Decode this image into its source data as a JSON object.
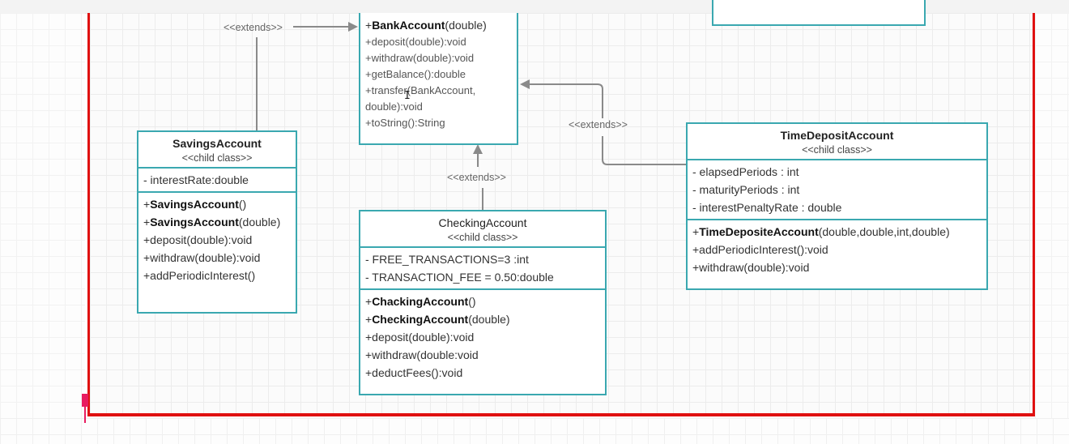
{
  "colors": {
    "class_border": "#3aa8b0",
    "frame_border": "#e01010",
    "connector": "#8a8a8a",
    "marker": "#e81c60"
  },
  "classes": {
    "bank_account": {
      "ops": [
        {
          "bold": "BankAccount",
          "rest": "(double)",
          "prefix": "+"
        },
        {
          "text": "+deposit(double):void"
        },
        {
          "text": "+withdraw(double):void"
        },
        {
          "text": "+getBalance():double"
        },
        {
          "text": "+transfer(BankAccount,"
        },
        {
          "text": "double):void"
        },
        {
          "text": "+toString():String"
        }
      ]
    },
    "savings_account": {
      "name": "SavingsAccount",
      "stereotype": "<<child class>>",
      "attrs": [
        "-  interestRate:double"
      ],
      "ops": [
        {
          "prefix": "+",
          "bold": "SavingsAccount",
          "rest": "()"
        },
        {
          "prefix": "+",
          "bold": "SavingsAccount",
          "rest": "(double)"
        },
        {
          "text": "+deposit(double):void"
        },
        {
          "text": "+withdraw(double):void"
        },
        {
          "text": "+addPeriodicInterest()"
        }
      ]
    },
    "checking_account": {
      "name": "CheckingAccount",
      "stereotype": "<<child class>>",
      "attrs": [
        "- FREE_TRANSACTIONS=3 :int",
        "- TRANSACTION_FEE = 0.50:double"
      ],
      "ops": [
        {
          "prefix": "+",
          "bold": "ChackingAccount",
          "rest": "()"
        },
        {
          "prefix": "+",
          "bold": "CheckingAccount",
          "rest": "(double)"
        },
        {
          "text": "+deposit(double):void"
        },
        {
          "text": "+withdraw(double:void"
        },
        {
          "text": "+deductFees():void"
        }
      ]
    },
    "time_deposit_account": {
      "name": "TimeDepositAccount",
      "stereotype": "<<child class>>",
      "attrs": [
        "- elapsedPeriods : int",
        "- maturityPeriods : int",
        "-  interestPenaltyRate : double"
      ],
      "ops": [
        {
          "prefix": "+",
          "bold": "TimeDepositeAccount",
          "rest": "(double,double,int,double)"
        },
        {
          "text": "+addPeriodicInterest():void"
        },
        {
          "text": "+withdraw(double):void"
        }
      ]
    }
  },
  "relations": {
    "savings_label": "<<extends>>",
    "checking_label": "<<extends>>",
    "time_deposit_label": "<<extends>>"
  }
}
